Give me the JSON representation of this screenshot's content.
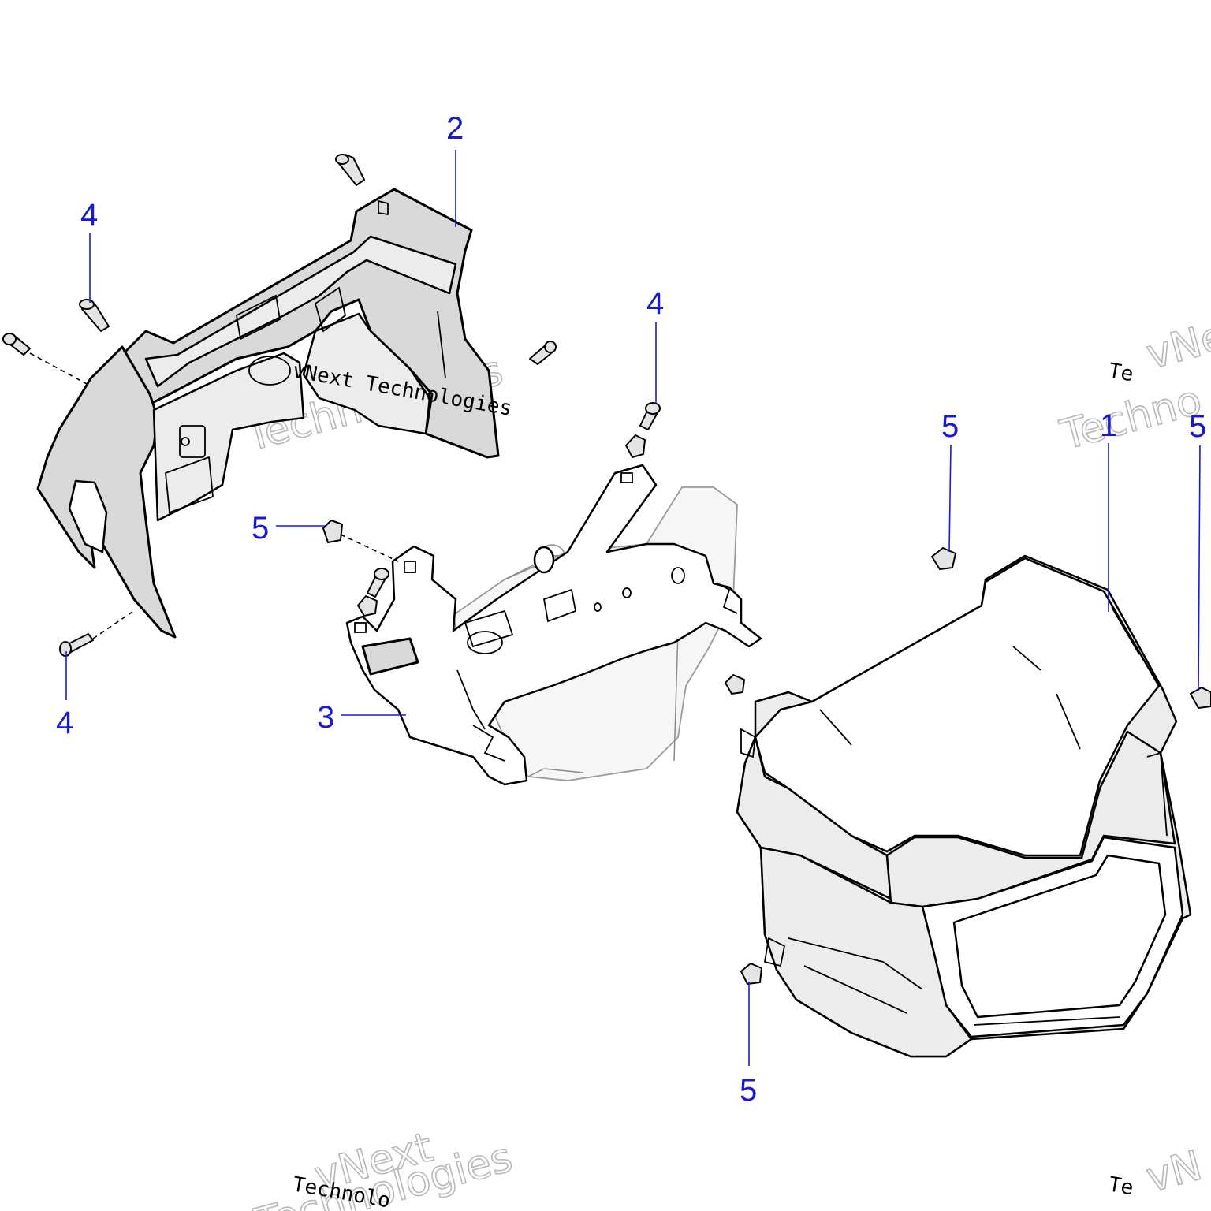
{
  "callouts": [
    {
      "id": "c2",
      "label": "2"
    },
    {
      "id": "c4a",
      "label": "4"
    },
    {
      "id": "c4b",
      "label": "4"
    },
    {
      "id": "c4c",
      "label": "4"
    },
    {
      "id": "c5a",
      "label": "5"
    },
    {
      "id": "c5b",
      "label": "5"
    },
    {
      "id": "c5c",
      "label": "5"
    },
    {
      "id": "c5d",
      "label": "5"
    },
    {
      "id": "c3",
      "label": "3"
    },
    {
      "id": "c1",
      "label": "1"
    }
  ],
  "watermark": {
    "line": "vNext Technologies",
    "word_a": "vNext",
    "word_b": "Technologies",
    "partial": "Te",
    "partial_b": "Techno",
    "partial_c": "vNe",
    "partial_d": "Technolo",
    "partial_e": "Technologies",
    "partial_f": "vN"
  },
  "colors": {
    "callout": "#1a1ad6",
    "line": "#000000",
    "fill": "#d9d9d9"
  }
}
